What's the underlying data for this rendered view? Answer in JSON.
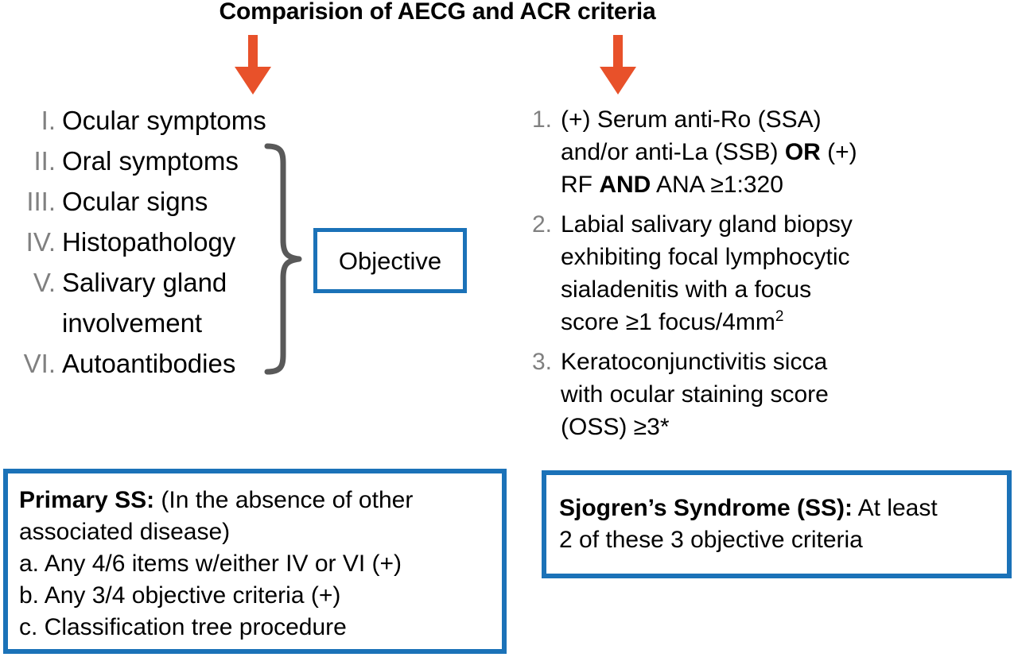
{
  "title": "Comparision of AECG and ACR criteria",
  "colors": {
    "arrow": "#e8512a",
    "accent_blue": "#1b72b8",
    "numeral_gray": "#808080",
    "brace_gray": "#595959",
    "text_black": "#000000",
    "background": "#ffffff"
  },
  "arrows": {
    "left": "down-arrow-icon",
    "right": "down-arrow-icon"
  },
  "aecg": {
    "items": [
      {
        "numeral": "I.",
        "text": "Ocular symptoms"
      },
      {
        "numeral": "II.",
        "text": "Oral symptoms"
      },
      {
        "numeral": "III.",
        "text": "Ocular signs"
      },
      {
        "numeral": "IV.",
        "text": "Histopathology"
      },
      {
        "numeral": "V.",
        "text": "Salivary gland"
      },
      {
        "numeral": "",
        "text": "involvement"
      },
      {
        "numeral": "VI.",
        "text": "Autoantibodies"
      }
    ],
    "brace_label": "Objective"
  },
  "acr": {
    "items": [
      {
        "number": "1.",
        "lines": [
          [
            {
              "t": "(+) Serum anti-Ro (SSA)",
              "b": false
            }
          ],
          [
            {
              "t": "and/or anti-La (SSB) ",
              "b": false
            },
            {
              "t": "OR",
              "b": true
            },
            {
              "t": " (+)",
              "b": false
            }
          ],
          [
            {
              "t": "RF ",
              "b": false
            },
            {
              "t": "AND",
              "b": true
            },
            {
              "t": " ANA ≥1:320",
              "b": false
            }
          ]
        ]
      },
      {
        "number": "2.",
        "lines": [
          [
            {
              "t": "Labial salivary gland biopsy",
              "b": false
            }
          ],
          [
            {
              "t": "exhibiting focal lymphocytic",
              "b": false
            }
          ],
          [
            {
              "t": "sialadenitis with a focus",
              "b": false
            }
          ],
          [
            {
              "t": "score ≥1 focus/4mm",
              "b": false
            },
            {
              "t": "2",
              "b": false,
              "sup": true
            }
          ]
        ]
      },
      {
        "number": "3.",
        "lines": [
          [
            {
              "t": "Keratoconjunctivitis sicca",
              "b": false
            }
          ],
          [
            {
              "t": "with ocular staining score",
              "b": false
            }
          ],
          [
            {
              "t": "(OSS) ≥3*",
              "b": false
            }
          ]
        ]
      }
    ]
  },
  "primary_ss_box": {
    "lines": [
      [
        {
          "t": "Primary SS:",
          "b": true
        },
        {
          "t": " (In the absence of other",
          "b": false
        }
      ],
      [
        {
          "t": "associated disease)",
          "b": false
        }
      ],
      [
        {
          "t": "a. Any 4/6 items w/either IV or VI (+)",
          "b": false
        }
      ],
      [
        {
          "t": "b. Any 3/4 objective criteria (+)",
          "b": false
        }
      ],
      [
        {
          "t": "c. Classification tree procedure",
          "b": false
        }
      ]
    ]
  },
  "ss_box": {
    "lines": [
      [
        {
          "t": "Sjogren’s Syndrome (SS):",
          "b": true
        },
        {
          "t": " At least",
          "b": false
        }
      ],
      [
        {
          "t": "2 of these 3 objective criteria",
          "b": false
        }
      ]
    ]
  }
}
